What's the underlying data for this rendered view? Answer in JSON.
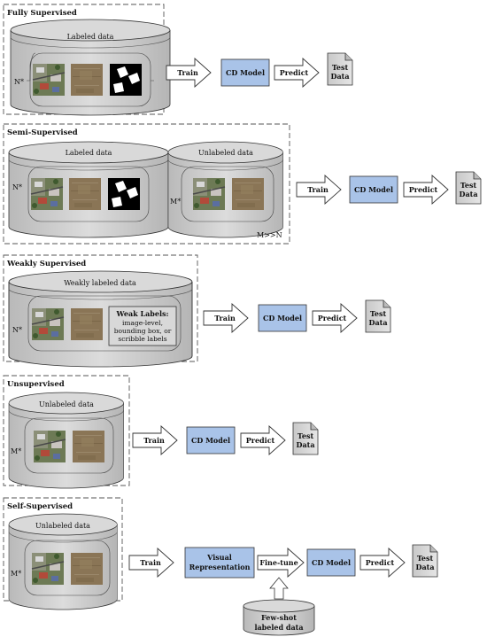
{
  "colors": {
    "model_fill": "#a9c3e8",
    "cylinder_fill": "#cfcfcf",
    "doc_fill": "#d6d6d6",
    "dash": "#555555"
  },
  "sections": {
    "fully": {
      "title": "Fully Supervised",
      "db": "Labeled data",
      "count": "N*",
      "train": "Train",
      "model": "CD Model",
      "predict": "Predict",
      "test_line1": "Test",
      "test_line2": "Data"
    },
    "semi": {
      "title": "Semi-Supervised",
      "db1": "Labeled data",
      "count1": "N*",
      "db2": "Unlabeled data",
      "count2": "M*",
      "relation": "M>>N",
      "train": "Train",
      "model": "CD Model",
      "predict": "Predict",
      "test_line1": "Test",
      "test_line2": "Data"
    },
    "weakly": {
      "title": "Weakly Supervised",
      "db": "Weakly labeled data",
      "count": "N*",
      "wl_title": "Weak Labels:",
      "wl_line1": "image-level,",
      "wl_line2": "bounding box, or",
      "wl_line3": "scribble labels",
      "train": "Train",
      "model": "CD Model",
      "predict": "Predict",
      "test_line1": "Test",
      "test_line2": "Data"
    },
    "unsup": {
      "title": "Unsupervised",
      "db": "Unlabeled data",
      "count": "M*",
      "train": "Train",
      "model": "CD Model",
      "predict": "Predict",
      "test_line1": "Test",
      "test_line2": "Data"
    },
    "self": {
      "title": "Self-Supervised",
      "db": "Unlabeled data",
      "count": "M*",
      "train": "Train",
      "vr_line1": "Visual",
      "vr_line2": "Representation",
      "finetune": "Fine-tune",
      "model": "CD Model",
      "predict": "Predict",
      "test_line1": "Test",
      "test_line2": "Data",
      "fs_line1": "Few-shot",
      "fs_line2": "labeled data"
    }
  }
}
